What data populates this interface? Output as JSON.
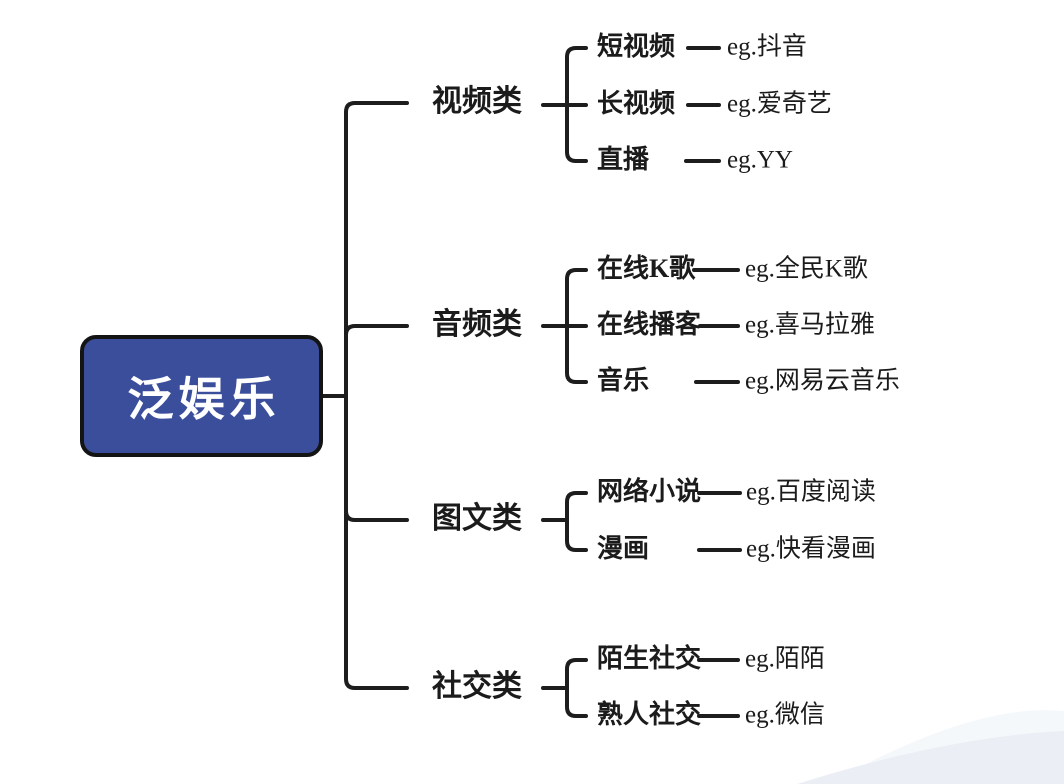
{
  "root": {
    "label": "泛娱乐"
  },
  "colors": {
    "root_fill": "#3b4e9c",
    "root_border": "#141414",
    "root_text": "#ffffff",
    "line": "#1d1d1d",
    "label_text": "#1b1b1b",
    "wave_main": "#ebeff5",
    "wave_faint": "#f5f8fb"
  },
  "tree": {
    "branches": [
      {
        "label": "视频类",
        "children": [
          {
            "label": "短视频",
            "example": "eg.抖音"
          },
          {
            "label": "长视频",
            "example": "eg.爱奇艺"
          },
          {
            "label": "直播",
            "example": "eg.YY"
          }
        ]
      },
      {
        "label": "音频类",
        "children": [
          {
            "label": "在线K歌",
            "example": "eg.全民K歌"
          },
          {
            "label": "在线播客",
            "example": "eg.喜马拉雅"
          },
          {
            "label": "音乐",
            "example": "eg.网易云音乐"
          }
        ]
      },
      {
        "label": "图文类",
        "children": [
          {
            "label": "网络小说",
            "example": "eg.百度阅读"
          },
          {
            "label": "漫画",
            "example": "eg.快看漫画"
          }
        ]
      },
      {
        "label": "社交类",
        "children": [
          {
            "label": "陌生社交",
            "example": "eg.陌陌"
          },
          {
            "label": "熟人社交",
            "example": "eg.微信"
          }
        ]
      }
    ]
  }
}
